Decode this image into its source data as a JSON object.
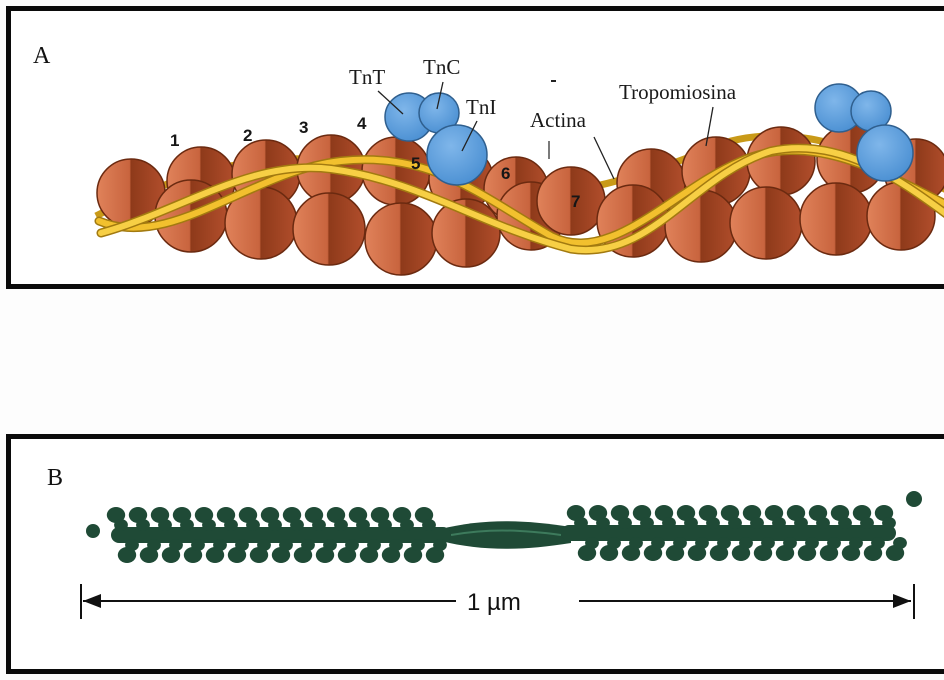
{
  "panel_a": {
    "letter": "A",
    "labels": {
      "tnt": "TnT",
      "tnc": "TnC",
      "tni": "TnI",
      "actina": "Actina",
      "tropomiosina": "Tropomiosina"
    },
    "monomer_numbers": [
      "1",
      "2",
      "3",
      "4",
      "5",
      "6",
      "7"
    ]
  },
  "panel_b": {
    "letter": "B",
    "scale_label": "1 µm"
  },
  "colors": {
    "actin": "#c8643e",
    "actin_dark": "#8a3416",
    "tropomyosin": "#f2c02e",
    "troponin": "#5c9fde",
    "myosin": "#1f4a36"
  }
}
